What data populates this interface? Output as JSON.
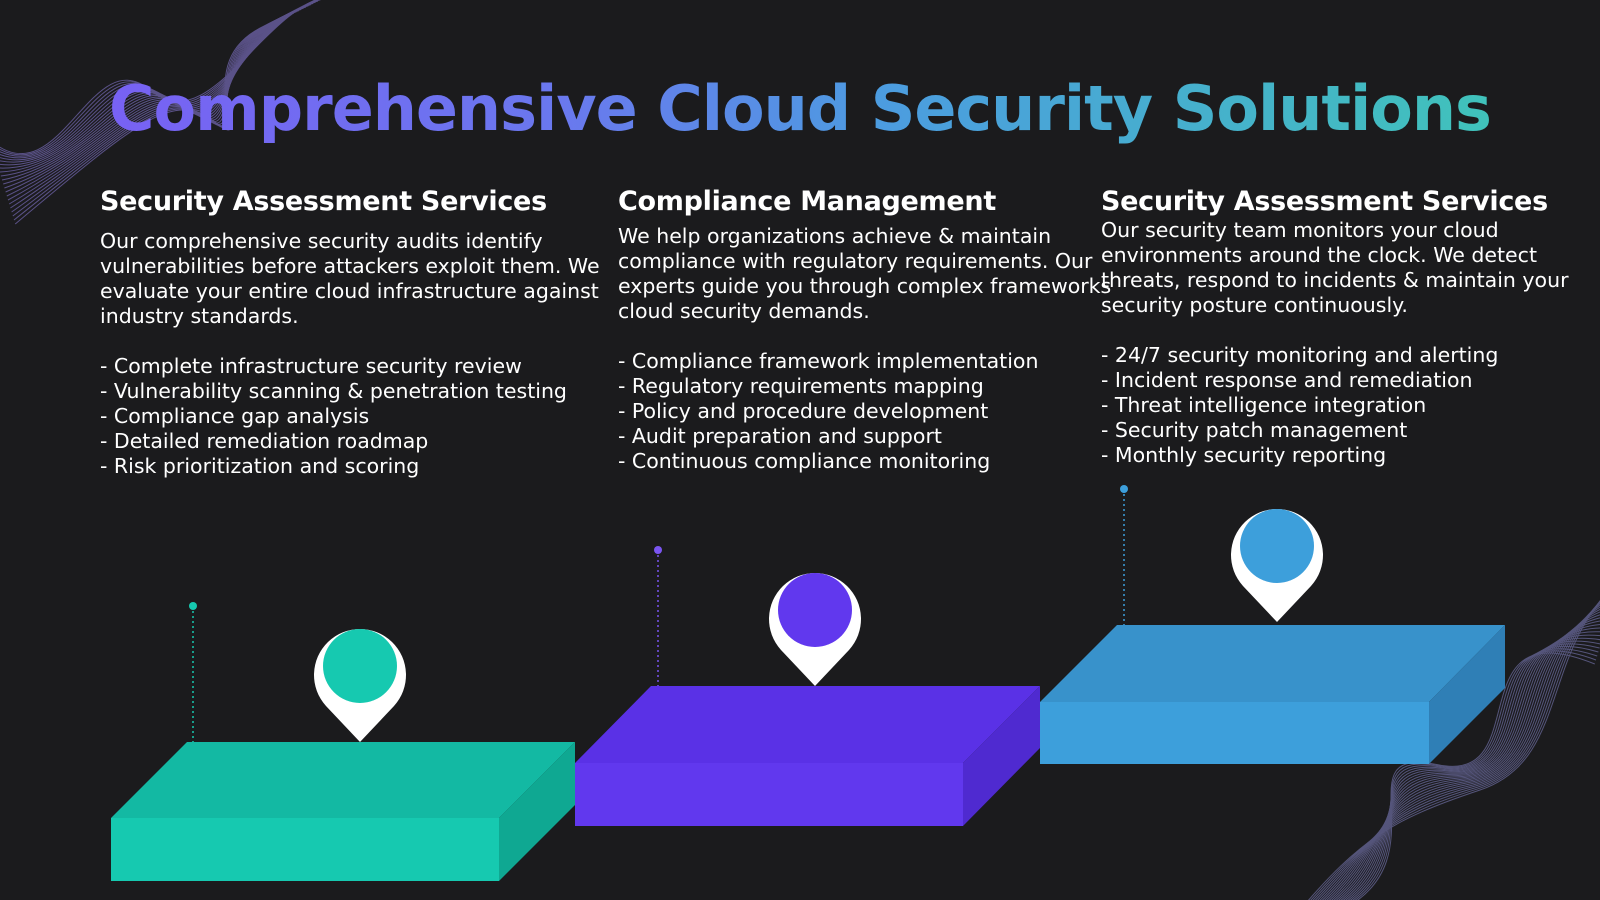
{
  "title": "Comprehensive  Cloud Security Solutions",
  "columns": [
    {
      "heading": "Security Assessment Services",
      "description": "Our comprehensive security audits identify vulnerabilities before attackers exploit them. We evaluate your entire cloud infrastructure against industry standards.",
      "items": [
        "- Complete infrastructure security review",
        "- Vulnerability scanning & penetration testing",
        "- Compliance gap analysis",
        "- Detailed remediation roadmap",
        "- Risk prioritization and scoring"
      ]
    },
    {
      "heading": "Compliance Management",
      "description": "We help organizations achieve & maintain compliance with regulatory requirements. Our experts guide you through complex frameworks cloud security demands.",
      "items": [
        "- Compliance framework implementation",
        "- Regulatory requirements mapping",
        "- Policy and procedure development",
        "- Audit preparation and support",
        "- Continuous compliance monitoring"
      ]
    },
    {
      "heading": "Security Assessment Services",
      "description": "Our security team monitors your cloud environments around the clock. We detect threats, respond to incidents & maintain your security posture continuously.",
      "items": [
        "- 24/7 security monitoring and alerting",
        "- Incident response and remediation",
        "- Threat intelligence integration",
        "- Security patch management",
        "- Monthly security reporting"
      ]
    }
  ],
  "colors": {
    "background": "#1b1b1d",
    "step_1": "#16c9b0",
    "step_2": "#6138ee",
    "step_3": "#3d9fdb",
    "title_gradient": [
      "#7b5cf5",
      "#3ec9b4"
    ]
  },
  "icons": [
    "location-pin-icon",
    "location-pin-icon",
    "location-pin-icon"
  ]
}
